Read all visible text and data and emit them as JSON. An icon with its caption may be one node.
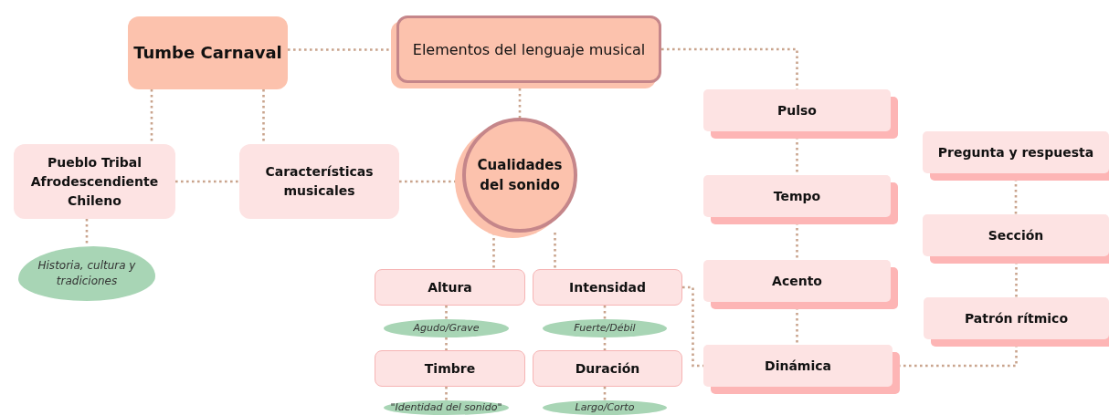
{
  "diagram": {
    "nodes": [
      {
        "text": [
          "Tumbe Carnaval"
        ]
      },
      {
        "text": [
          "Elementos del lenguaje musical"
        ]
      },
      {
        "text": [
          "Pueblo Tribal Afrodescendiente Chileno"
        ]
      },
      {
        "text": [
          "Características musicales"
        ]
      },
      {
        "text": [
          "Cualidades del sonido"
        ]
      },
      {
        "text": [
          "Historia, cultura y tradiciones"
        ]
      },
      {
        "text": [
          "Altura"
        ]
      },
      {
        "text": [
          "Intensidad"
        ]
      },
      {
        "text": [
          "Agudo/Grave"
        ]
      },
      {
        "text": [
          "Fuerte/Débil"
        ]
      },
      {
        "text": [
          "Timbre"
        ]
      },
      {
        "text": [
          "Duración"
        ]
      },
      {
        "text": [
          "\"Identidad del sonido\""
        ]
      },
      {
        "text": [
          "Largo/Corto"
        ]
      },
      {
        "text": [
          "Pulso"
        ]
      },
      {
        "text": [
          "Tempo"
        ]
      },
      {
        "text": [
          "Acento"
        ]
      },
      {
        "text": [
          "Dinámica"
        ]
      },
      {
        "text": [
          "Pregunta y respuesta"
        ]
      },
      {
        "text": [
          "Sección"
        ]
      },
      {
        "text": [
          "Patrón rítmico"
        ]
      }
    ],
    "edges": [
      {
        "from": 0,
        "to": 1,
        "arrow": "none"
      },
      {
        "from": 1,
        "to": 14,
        "arrow": "none"
      },
      {
        "from": 0,
        "to": 2,
        "arrow": "none"
      },
      {
        "from": 0,
        "to": 3,
        "arrow": "none"
      },
      {
        "from": 2,
        "to": 3,
        "arrow": "none"
      },
      {
        "from": 3,
        "to": 4,
        "arrow": "none"
      },
      {
        "from": 1,
        "to": 4,
        "arrow": "none"
      },
      {
        "from": 2,
        "to": 5,
        "arrow": "none"
      },
      {
        "from": 4,
        "to": 6,
        "arrow": "none"
      },
      {
        "from": 4,
        "to": 7,
        "arrow": "none"
      },
      {
        "from": 6,
        "to": 8,
        "arrow": "none"
      },
      {
        "from": 8,
        "to": 10,
        "arrow": "none"
      },
      {
        "from": 10,
        "to": 12,
        "arrow": "none"
      },
      {
        "from": 7,
        "to": 9,
        "arrow": "none"
      },
      {
        "from": 9,
        "to": 11,
        "arrow": "none"
      },
      {
        "from": 11,
        "to": 13,
        "arrow": "none"
      },
      {
        "from": 7,
        "to": 17,
        "arrow": "none"
      },
      {
        "from": 14,
        "to": 15,
        "arrow": "none"
      },
      {
        "from": 15,
        "to": 16,
        "arrow": "none"
      },
      {
        "from": 16,
        "to": 17,
        "arrow": "none"
      },
      {
        "from": 17,
        "to": 20,
        "arrow": "none"
      },
      {
        "from": 18,
        "to": 19,
        "arrow": "none"
      },
      {
        "from": 19,
        "to": 20,
        "arrow": "none"
      }
    ]
  }
}
